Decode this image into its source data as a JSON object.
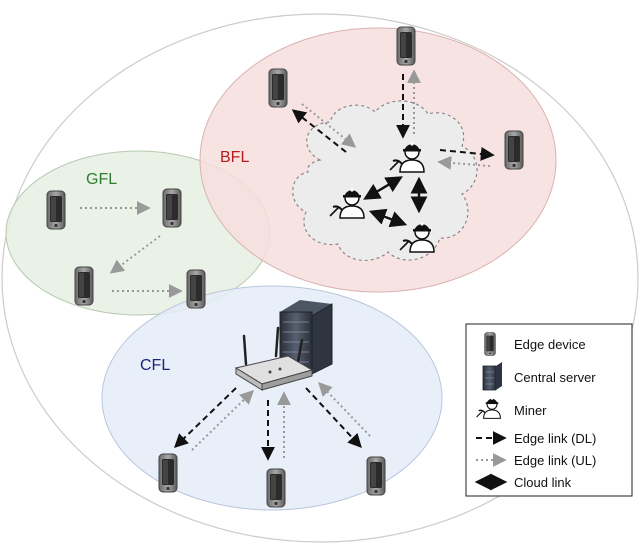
{
  "regions": {
    "gfl": {
      "label": "GFL",
      "color": "#2e7d32"
    },
    "bfl": {
      "label": "BFL",
      "color": "#b71c1c"
    },
    "cfl": {
      "label": "CFL",
      "color": "#1a237e"
    }
  },
  "legend": {
    "edge_device": "Edge device",
    "central_server": "Central server",
    "miner": "Miner",
    "edge_link_dl": "Edge link (DL)",
    "edge_link_ul": "Edge link (UL)",
    "cloud_link": "Cloud link"
  },
  "icons": {
    "edge_device": "phone-icon",
    "central_server": "server-rack-icon",
    "miner": "miner-icon",
    "router": "router-icon"
  },
  "colors": {
    "gfl_fill": "#e6f0e3",
    "bfl_fill": "#f7dede",
    "cfl_fill": "#e5ecf7",
    "dl_link": "#111111",
    "ul_link": "#999999",
    "cloud_link": "#111111"
  }
}
